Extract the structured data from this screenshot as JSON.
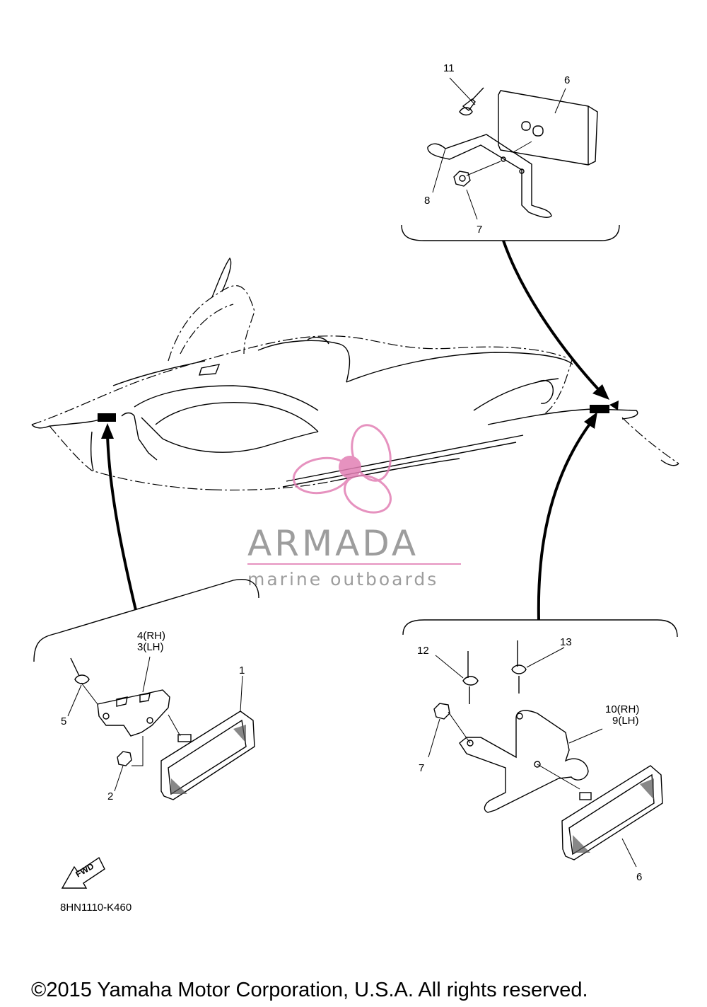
{
  "callouts": {
    "c1": "1",
    "c2": "2",
    "c3_4": [
      "4(RH)",
      "3(LH)"
    ],
    "c5": "5",
    "c6_top": "6",
    "c6_bottom": "6",
    "c7_top": "7",
    "c7_bottom": "7",
    "c8": "8",
    "c9_10": [
      "10(RH)",
      "9(LH)"
    ],
    "c11": "11",
    "c12": "12",
    "c13": "13"
  },
  "fwd_label": "FWD",
  "diagram_code": "8HN1110-K460",
  "watermark": {
    "name": "ARMADA",
    "tagline": "marine outboards",
    "color": "#e27fb4"
  },
  "copyright": "©2015 Yamaha Motor Corporation, U.S.A. All rights reserved."
}
